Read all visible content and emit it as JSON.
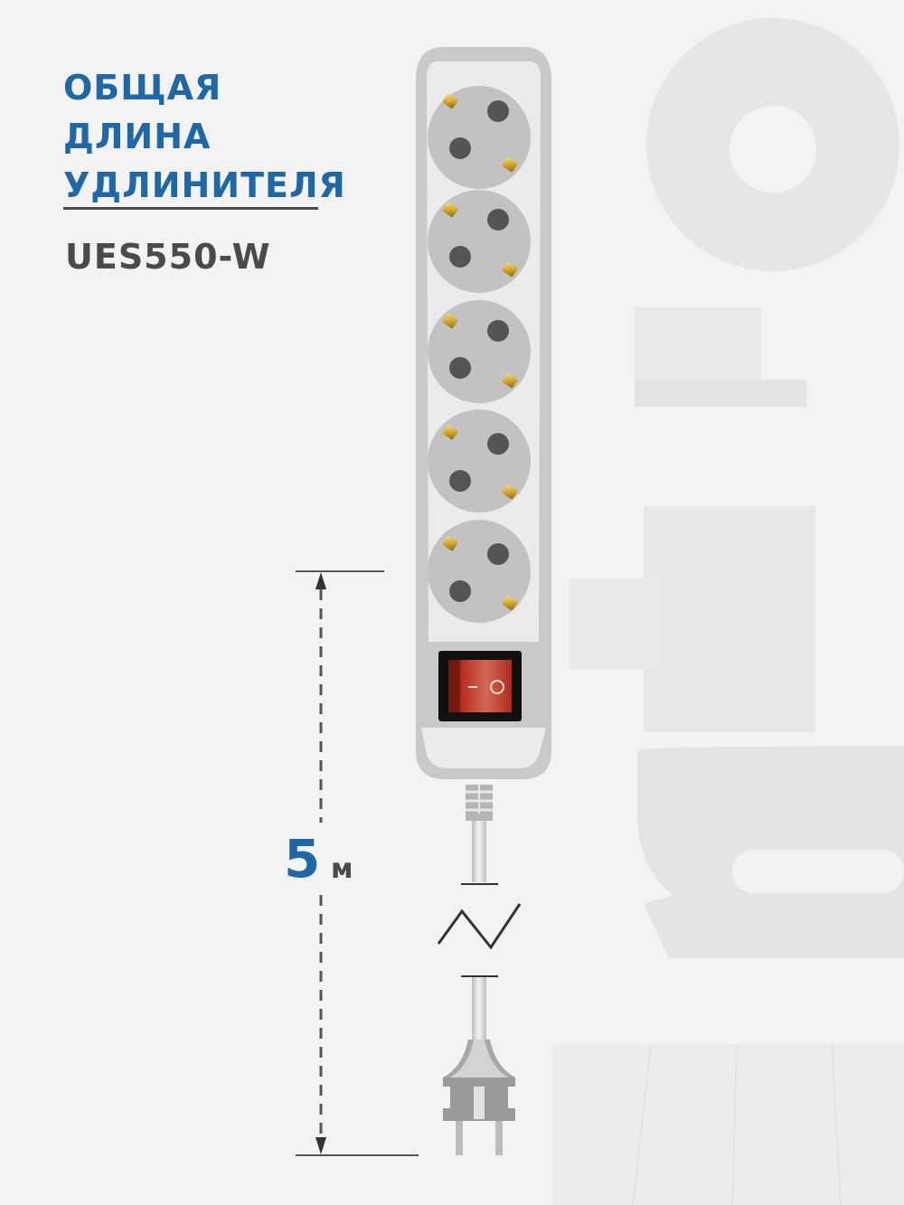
{
  "heading": {
    "line1": "ОБЩАЯ",
    "line2": "ДЛИНА",
    "line3": "УДЛИНИТЕЛЯ"
  },
  "model": "UES550-W",
  "length": {
    "value": "5",
    "unit": "м"
  },
  "product": {
    "socket_count": 5,
    "switch_labels": {
      "off": "○",
      "on": "–"
    }
  },
  "icons": [
    "socket-icon",
    "power-switch-icon",
    "cord-break-icon",
    "plug-icon",
    "dimension-arrow-icon"
  ],
  "colors": {
    "accent_blue": "#1e68a8",
    "text_dark": "#4a4a4a",
    "background": "#f3f3f3",
    "body_gray": "#c8c8c8",
    "switch_red": "#b8261e",
    "contact_gold": "#d9b84a"
  }
}
